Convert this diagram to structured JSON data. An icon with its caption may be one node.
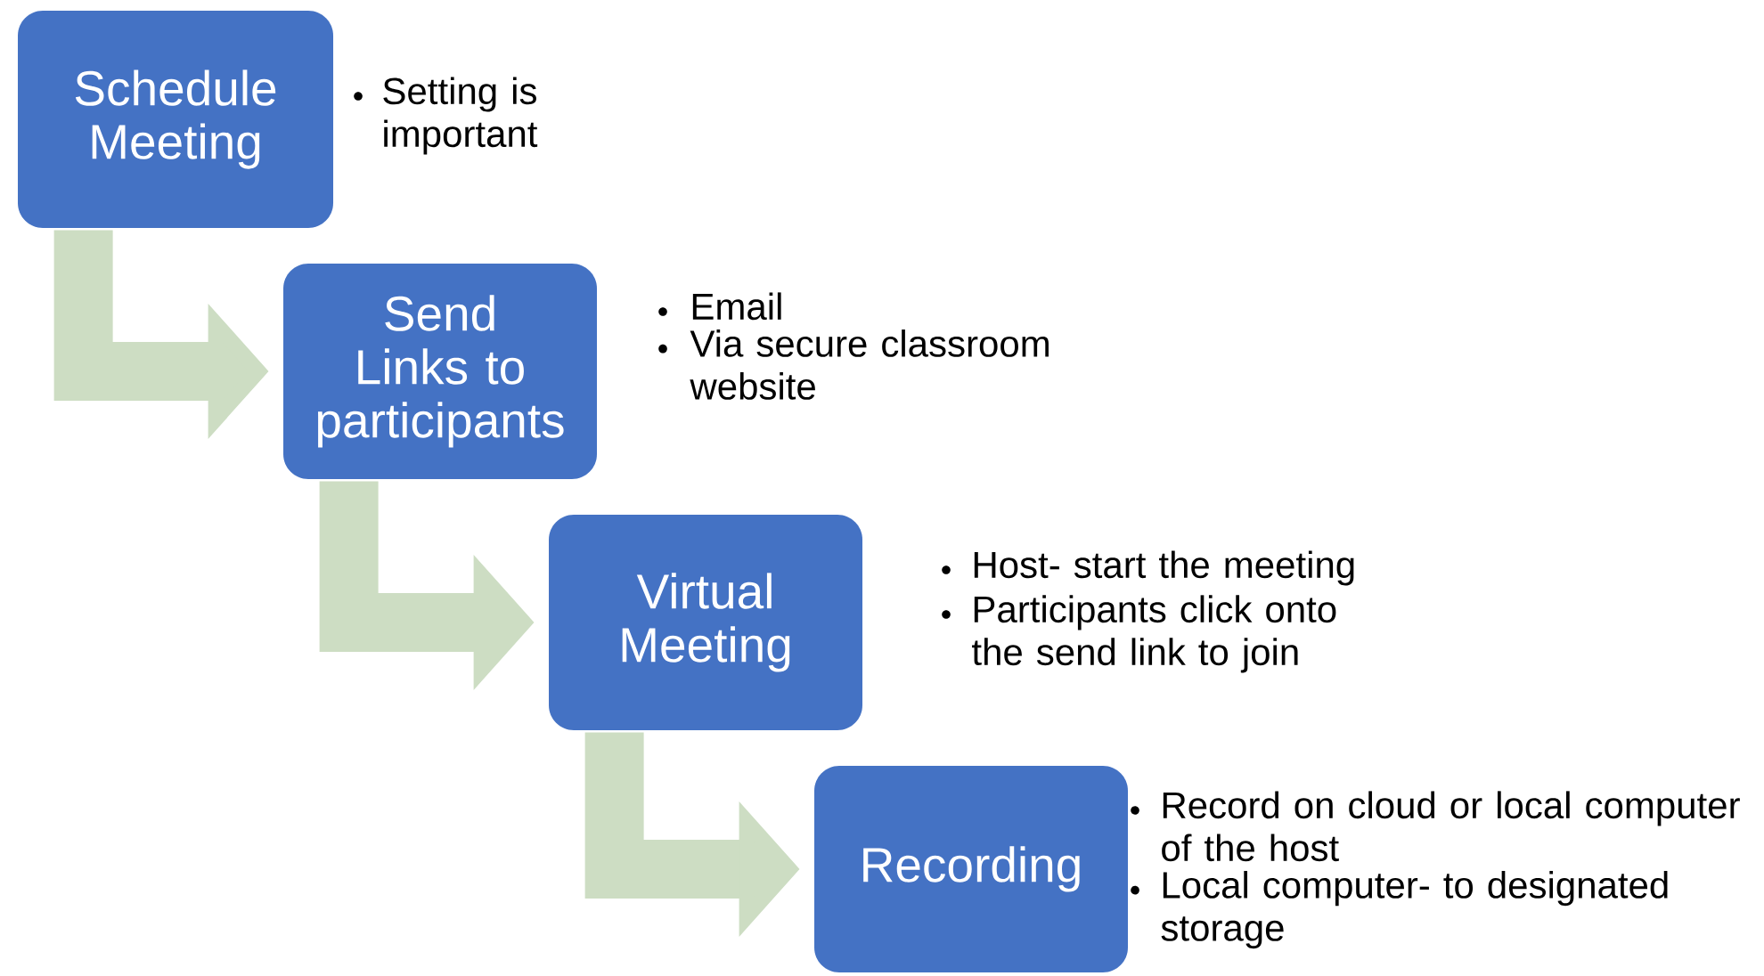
{
  "diagram": {
    "nodes": [
      {
        "text": [
          "Schedule Meeting"
        ],
        "beside": [
          "Setting is important"
        ]
      },
      {
        "text": [
          "Send Links to participants"
        ],
        "beside": [
          "Email",
          "Via secure classroom website"
        ]
      },
      {
        "text": [
          "Virtual Meeting"
        ],
        "beside": [
          "Host- start the meeting",
          "Participants click onto the send link to join"
        ]
      },
      {
        "text": [
          "Recording"
        ],
        "beside": [
          "Record on cloud or local computer of the host",
          "Local computer- to designated storage"
        ]
      }
    ],
    "edges": [
      {
        "from": 0,
        "to": 1,
        "arrow": "to"
      },
      {
        "from": 1,
        "to": 2,
        "arrow": "to"
      },
      {
        "from": 2,
        "to": 3,
        "arrow": "to"
      }
    ]
  }
}
